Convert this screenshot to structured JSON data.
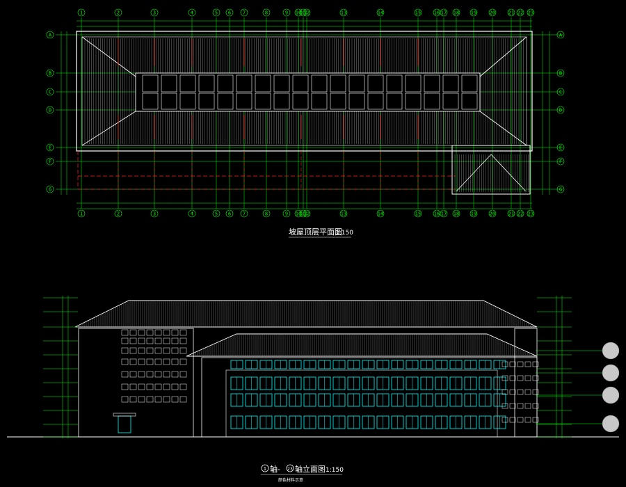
{
  "plan": {
    "title": "坡屋顶层平面图",
    "scale": "1:150",
    "column_labels": [
      "1",
      "2",
      "3",
      "4",
      "5",
      "6",
      "7",
      "8",
      "9",
      "10",
      "11",
      "12",
      "13",
      "14",
      "15",
      "16",
      "17",
      "18",
      "19",
      "20",
      "21",
      "22",
      "23"
    ],
    "row_labels": [
      "A",
      "B",
      "C",
      "D",
      "E",
      "F",
      "G"
    ]
  },
  "elevation": {
    "title_prefix": "1",
    "title_mid": "轴-",
    "title_circle2": "23",
    "title_suffix": "轴立面图",
    "scale": "1:150",
    "subtitle": "颜色材料示意"
  },
  "colors": {
    "background": "#000000",
    "grid": "#00ff00",
    "outline": "#ffffff",
    "accent_red": "#ff2020",
    "glazing": "#00ffff",
    "marker": "#c8c8c8"
  }
}
